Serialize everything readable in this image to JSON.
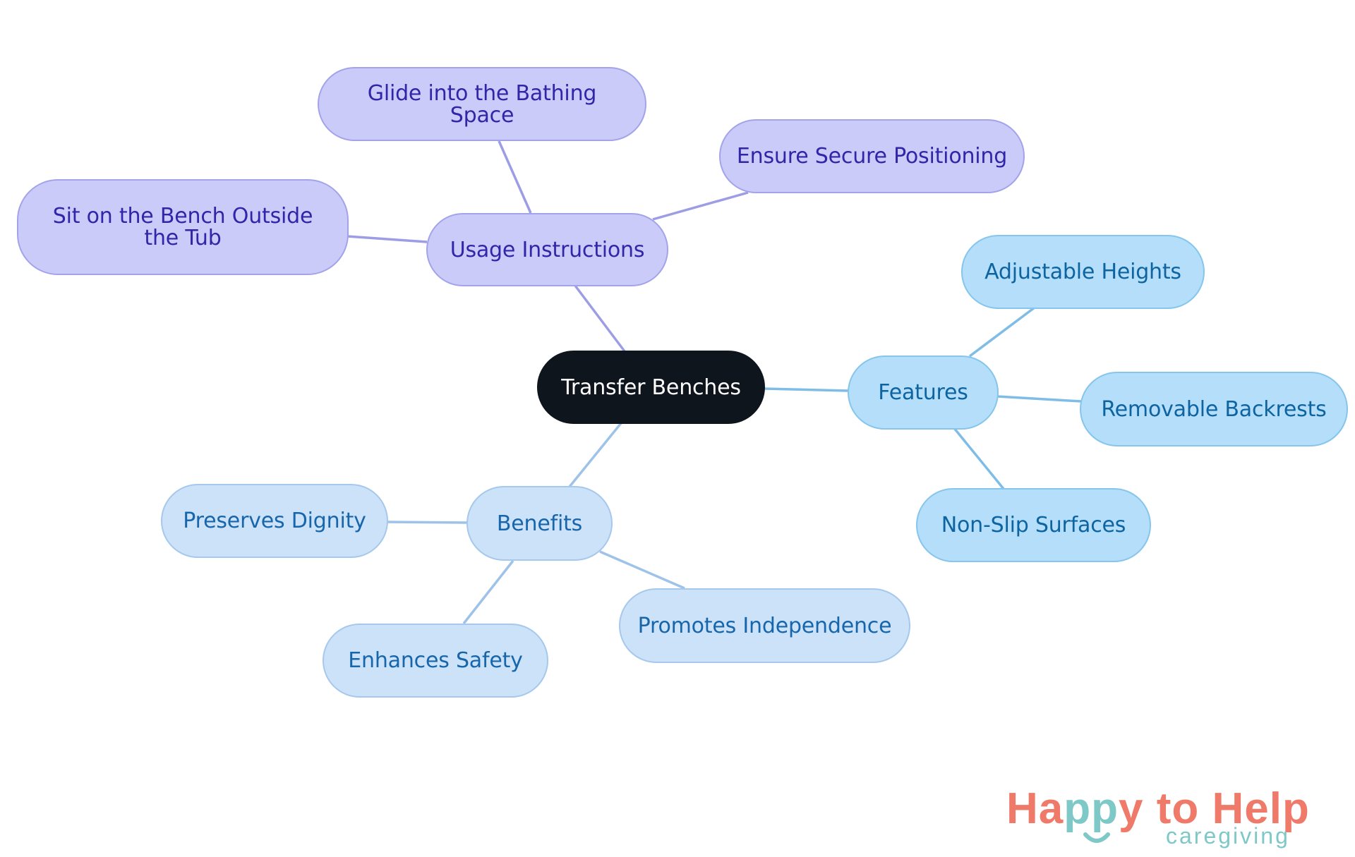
{
  "root": {
    "label": "Transfer Benches"
  },
  "branches": {
    "usage": {
      "label": "Usage Instructions",
      "children": [
        "Glide into the Bathing Space",
        "Ensure Secure Positioning",
        "Sit on the Bench Outside the Tub"
      ]
    },
    "features": {
      "label": "Features",
      "children": [
        "Adjustable Heights",
        "Removable Backrests",
        "Non-Slip Surfaces"
      ]
    },
    "benefits": {
      "label": "Benefits",
      "children": [
        "Preserves Dignity",
        "Promotes Independence",
        "Enhances Safety"
      ]
    }
  },
  "colors": {
    "root": "#0f151d",
    "usage_fill": "#cbcbfa",
    "usage_edge": "#9d9de6",
    "features_fill": "#b4def9",
    "features_edge": "#7fbde6",
    "benefits_fill": "#cce2f9",
    "benefits_edge": "#9fc3e8",
    "logo_primary": "#ef7a6a",
    "logo_secondary": "#7ec8c8"
  },
  "logo": {
    "line1_a": "Ha",
    "line1_b": "pp",
    "line1_c": "y to Help",
    "line2": "caregiving"
  }
}
